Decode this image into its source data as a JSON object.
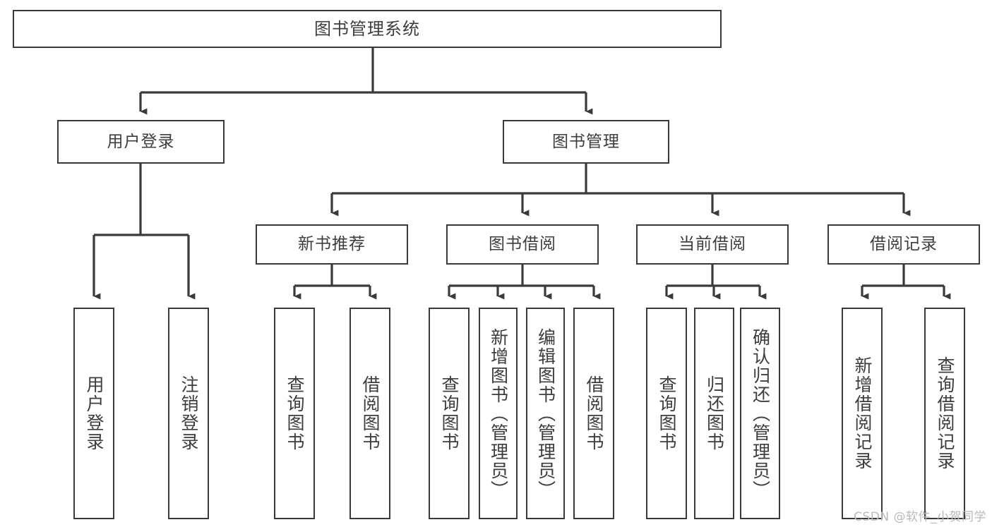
{
  "diagram": {
    "title": "图书管理系统",
    "type": "tree-hierarchy-chart",
    "root": {
      "label": "图书管理系统"
    },
    "level2": [
      {
        "label": "用户登录"
      },
      {
        "label": "图书管理"
      }
    ],
    "level3": [
      {
        "label": "新书推荐"
      },
      {
        "label": "图书借阅"
      },
      {
        "label": "当前借阅"
      },
      {
        "label": "借阅记录"
      }
    ],
    "leaves": {
      "user_login": [
        {
          "label": "用户登录"
        },
        {
          "label": "注销登录"
        }
      ],
      "new_book_recommend": [
        {
          "label": "查询图书"
        },
        {
          "label": "借阅图书"
        }
      ],
      "book_borrow": [
        {
          "label": "查询图书"
        },
        {
          "label": "新增图书（管理员）"
        },
        {
          "label": "编辑图书（管理员）"
        },
        {
          "label": "借阅图书"
        }
      ],
      "current_borrow": [
        {
          "label": "查询图书"
        },
        {
          "label": "归还图书"
        },
        {
          "label": "确认归还（管理员）"
        }
      ],
      "borrow_record": [
        {
          "label": "新增借阅记录"
        },
        {
          "label": "查询借阅记录"
        }
      ]
    }
  },
  "watermark": {
    "text": "CSDN @软件_小贺同学"
  },
  "colors": {
    "stroke": "#3a3a3a",
    "text": "#3d3d3d",
    "background": "#ffffff",
    "watermark": "#b9b9b9"
  }
}
